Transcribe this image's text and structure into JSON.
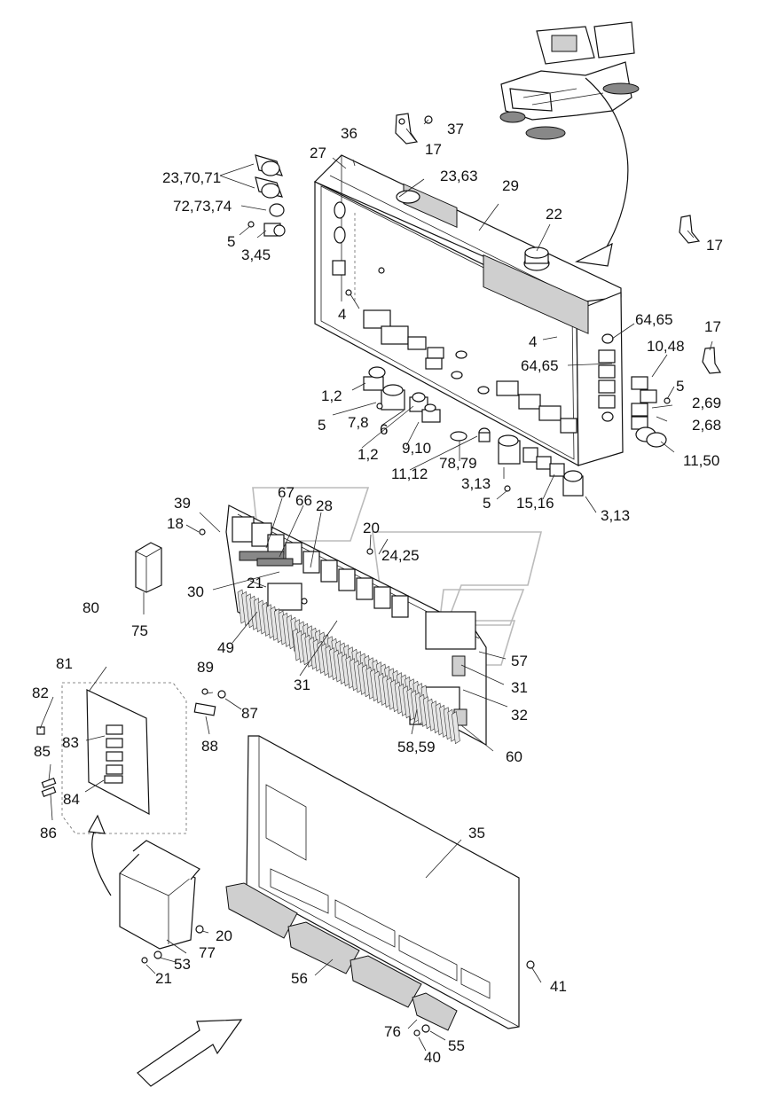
{
  "callouts": [
    "17",
    "37",
    "36",
    "27",
    "23,70,71",
    "23,63",
    "29",
    "72,73,74",
    "22",
    "5",
    "3,45",
    "17",
    "4",
    "64,65",
    "17",
    "4",
    "10,48",
    "64,65",
    "5",
    "1,2",
    "2,69",
    "5",
    "7,8",
    "2,68",
    "6",
    "9,10",
    "1,2",
    "11,50",
    "78,79",
    "11,12",
    "3,13",
    "5",
    "15,16",
    "3,13",
    "39",
    "67",
    "66",
    "28",
    "18",
    "20",
    "24,25",
    "30",
    "21",
    "75",
    "80",
    "49",
    "57",
    "81",
    "31",
    "31",
    "89",
    "82",
    "87",
    "32",
    "83",
    "88",
    "58,59",
    "60",
    "85",
    "84",
    "86",
    "35",
    "20",
    "77",
    "53",
    "21",
    "56",
    "41",
    "76",
    "55",
    "40"
  ]
}
